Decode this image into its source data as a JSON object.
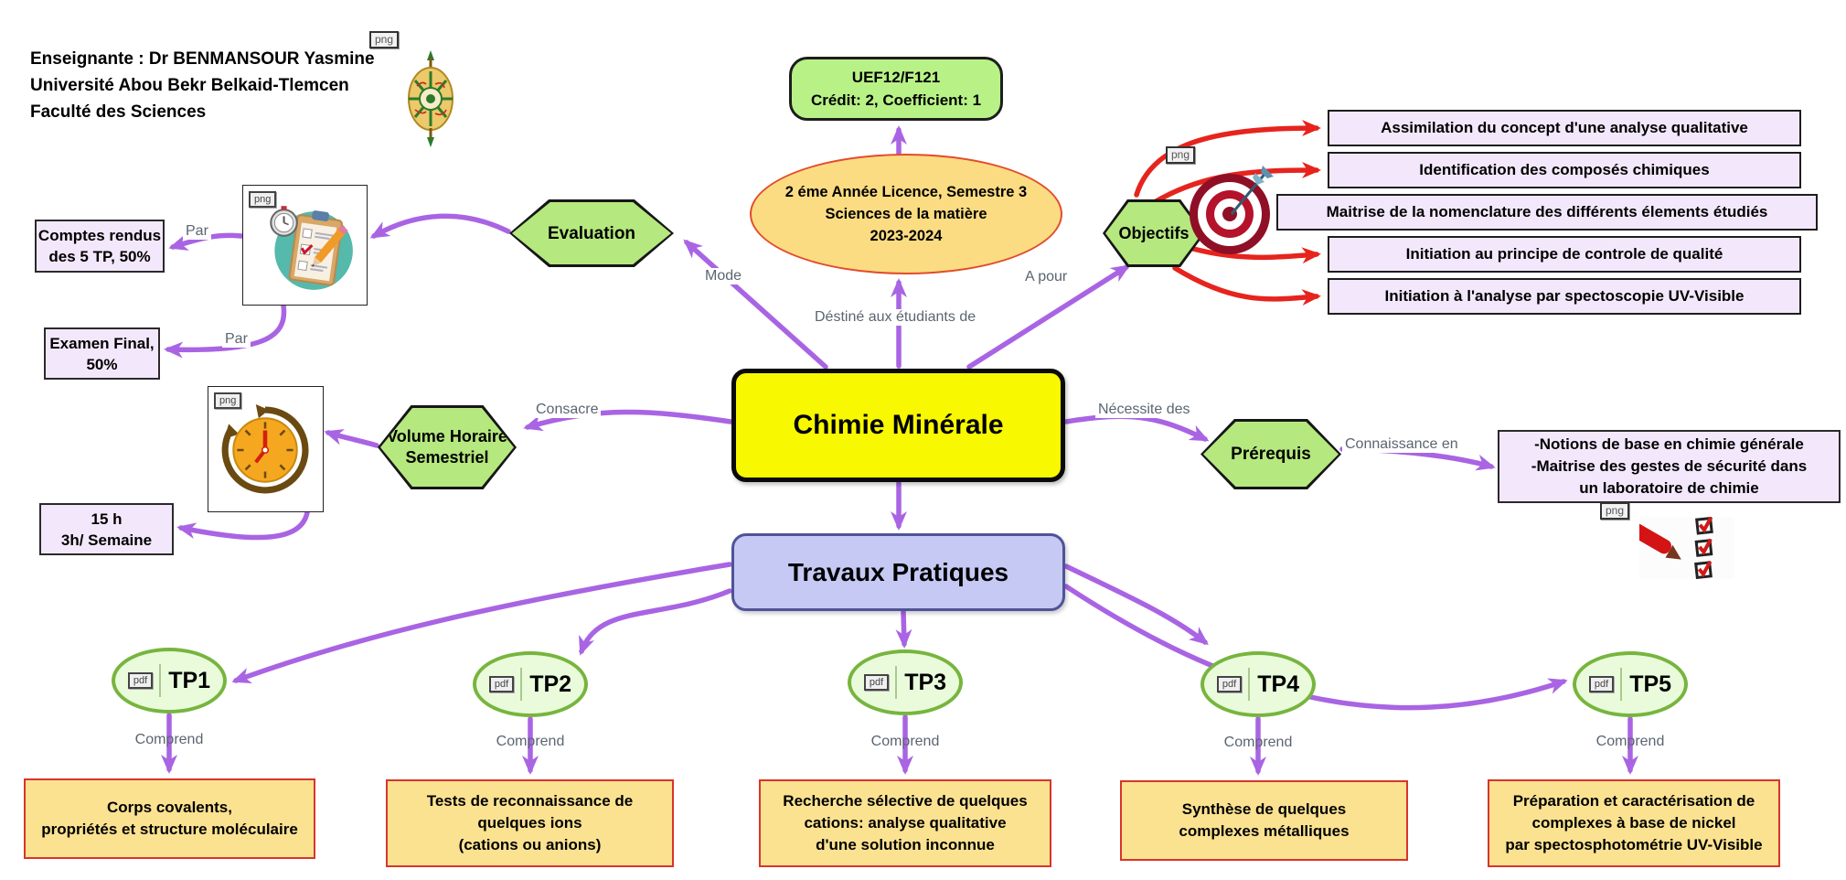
{
  "badges": {
    "png": "png",
    "pdf": "pdf"
  },
  "header": {
    "text": "Enseignante : Dr BENMANSOUR Yasmine\nUniversité Abou Bekr Belkaid-Tlemcen\nFaculté des Sciences"
  },
  "nodes": {
    "uef": {
      "text": "UEF12/F121\nCrédit: 2, Coefficient: 1"
    },
    "annee": {
      "text": "2 éme Année Licence, Semestre 3\nSciences de la matière\n2023-2024"
    },
    "chimie": {
      "label": "Chimie Minérale"
    },
    "travaux": {
      "label": "Travaux Pratiques"
    },
    "evaluation": {
      "label": "Evaluation"
    },
    "volume": {
      "text": "Volume Horaire\nSemestriel"
    },
    "objectifs": {
      "label": "Objectifs"
    },
    "prerequis": {
      "label": "Prérequis"
    },
    "comptes": {
      "text": "Comptes rendus\ndes 5 TP, 50%"
    },
    "examen": {
      "text": "Examen Final,\n50%"
    },
    "horaire": {
      "text": "15 h\n3h/ Semaine"
    },
    "notions": {
      "text": "-Notions de base en chimie générale\n-Maitrise des gestes de sécurité dans\nun laboratoire de chimie"
    }
  },
  "objectives": [
    "Assimilation du concept d'une analyse qualitative",
    "Identification des composés chimiques",
    "Maitrise de la nomenclature des différents élements étudiés",
    "Initiation au principe de controle de qualité",
    "Initiation à l'analyse par spectoscopie UV-Visible"
  ],
  "links": {
    "mode": "Mode",
    "destine": "Déstiné aux étudiants de",
    "a_pour": "A pour",
    "consacre": "Consacre",
    "necessite": "Nécessite des",
    "connaissance": "Connaissance en",
    "par": "Par",
    "comprend": "Comprend"
  },
  "tps": [
    {
      "label": "TP1",
      "content": "Corps covalents,\npropriétés et structure moléculaire"
    },
    {
      "label": "TP2",
      "content": "Tests de reconnaissance de\nquelques ions\n(cations ou anions)"
    },
    {
      "label": "TP3",
      "content": "Recherche sélective de quelques\ncations: analyse qualitative\nd'une solution inconnue"
    },
    {
      "label": "TP4",
      "content": "Synthèse de quelques\ncomplexes métalliques"
    },
    {
      "label": "TP5",
      "content": "Préparation et caractérisation de\ncomplexes à base de nickel\npar spectosphotométrie UV-Visible"
    }
  ],
  "colors": {
    "arrow_purple": "#a964e3",
    "arrow_red": "#e6241d",
    "hexagon_fill": "#b5e87e",
    "lavender_fill": "#f3e8fb",
    "chimie_fill": "#f8f800",
    "travaux_fill": "#c6c9f4",
    "uef_fill": "#b8f287",
    "annee_fill": "#fbdc82",
    "annee_border": "#e34b2b",
    "tp_ellipse_fill": "#eafbdc",
    "tp_ellipse_border": "#77b53e",
    "tp_box_fill": "#fbe291",
    "tp_box_border": "#d9342b"
  }
}
